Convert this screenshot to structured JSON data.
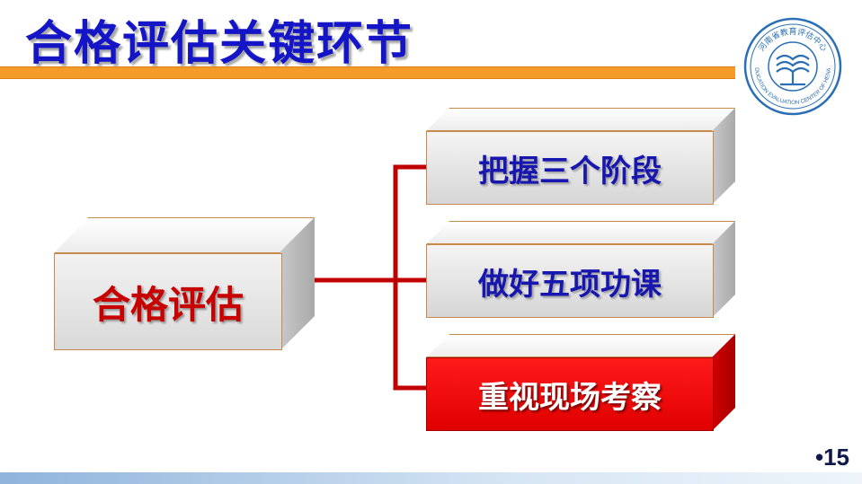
{
  "slide": {
    "title": "合格评估关键环节",
    "page_number": "•15",
    "colors": {
      "title": "#1515c8",
      "accent_bar": "#f39c2a",
      "connector": "#c00000",
      "highlight": "#ff0000"
    }
  },
  "logo": {
    "icon": "education-evaluation-center-emblem",
    "arc_text": "河南省教育评估中心",
    "arc_text_en": "EDUCATION EVALUATION CENTER OF HENAN"
  },
  "diagram": {
    "root": {
      "label": "合格评估"
    },
    "branches": [
      {
        "label": "把握三个阶段",
        "highlight": false
      },
      {
        "label": "做好五项功课",
        "highlight": false
      },
      {
        "label": "重视现场考察",
        "highlight": true
      }
    ]
  }
}
